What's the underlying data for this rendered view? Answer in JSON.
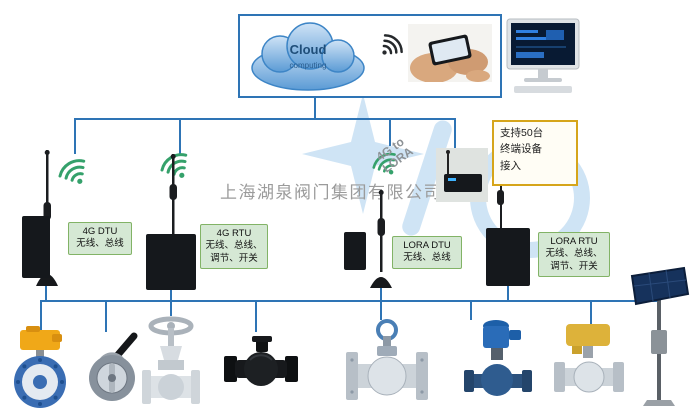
{
  "page": {
    "type": "valve-iot-system-architecture-diagram"
  },
  "watermark_text": "上海湖泉阀门集团有限公司",
  "cloud": {
    "title": "Cloud",
    "subtitle": "computing"
  },
  "gateway_label": {
    "line1": "4G to",
    "line2": "LORA"
  },
  "note": {
    "lines": [
      "支持50台",
      "终端设备",
      "接入"
    ]
  },
  "device_labels": {
    "dtu_4g": {
      "title": "4G DTU",
      "lines": [
        "无线、总线"
      ]
    },
    "rtu_4g": {
      "title": "4G RTU",
      "lines": [
        "无线、总线、",
        "调节、开关"
      ]
    },
    "dtu_lora": {
      "title": "LORA DTU",
      "lines": [
        "无线、总线"
      ]
    },
    "rtu_lora": {
      "title": "LORA RTU",
      "lines": [
        "无线、总线、",
        "调节、开关"
      ]
    }
  },
  "icons": {
    "header": [
      "cloud-computing",
      "wifi-icon",
      "hand-phone-photo",
      "desktop-monitor"
    ],
    "field": [
      "wifi-icon",
      "antenna",
      "dtu-module",
      "lora-gateway"
    ]
  },
  "equipment": [
    "electric-butterfly-valve-yellow",
    "manual-butterfly-valve",
    "gate-valve",
    "ball-valve-black",
    "flanged-ball-valve-gear",
    "electric-globe-valve-blue",
    "electric-ball-valve-yellow",
    "solar-power-pole"
  ],
  "colors": {
    "connector_blue": "#2e74b5",
    "label_fill": "#d5e8d4",
    "label_stroke": "#82b366",
    "note_stroke": "#d6a51a",
    "wifi_green": "#35a16b",
    "actuator_yellow": "#f0a818",
    "actuator_blue": "#2a6cb8"
  }
}
